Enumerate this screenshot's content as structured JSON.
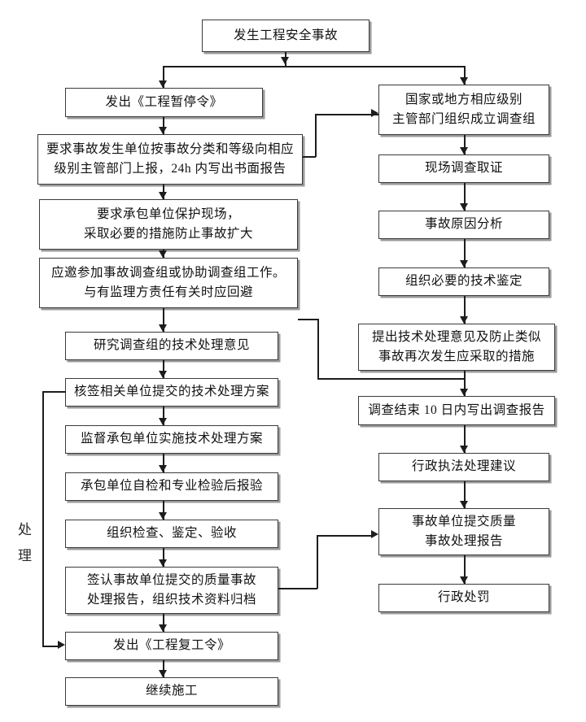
{
  "diagram": {
    "title": "发生工程安全事故",
    "side_label": {
      "chars": [
        "处",
        "理"
      ]
    },
    "colors": {
      "box_border": "#3a3a3a",
      "box_fill": "#ffffff",
      "box_shadow": "#9a9a9a",
      "connector": "#1d1d1d",
      "text": "#111111"
    },
    "nodes": {
      "start": {
        "label": "发生工程安全事故"
      },
      "left": [
        {
          "id": "l1",
          "label": "发出《工程暂停令》"
        },
        {
          "id": "l2",
          "line1": "要求事故发生单位按事故分类和等级向相应",
          "line2": "级别主管部门上报，24h 内写出书面报告"
        },
        {
          "id": "l3",
          "line1": "要求承包单位保护现场，",
          "line2": "采取必要的措施防止事故扩大"
        },
        {
          "id": "l4",
          "line1": "应邀参加事故调查组或协助调查组工作。",
          "line2": "与有监理方责任有关时应回避"
        },
        {
          "id": "l5",
          "label": "研究调查组的技术处理意见"
        },
        {
          "id": "l6",
          "label": "核签相关单位提交的技术处理方案"
        },
        {
          "id": "l7",
          "label": "监督承包单位实施技术处理方案"
        },
        {
          "id": "l8",
          "label": "承包单位自检和专业检验后报验"
        },
        {
          "id": "l9",
          "label": "组织检查、鉴定、验收"
        },
        {
          "id": "l10",
          "line1": "签认事故单位提交的质量事故",
          "line2": "处理报告，组织技术资料归档"
        },
        {
          "id": "l11",
          "label": "发出《工程复工令》"
        },
        {
          "id": "l12",
          "label": "继续施工"
        }
      ],
      "right": [
        {
          "id": "r1",
          "line1": "国家或地方相应级别",
          "line2": "主管部门组织成立调查组"
        },
        {
          "id": "r2",
          "label": "现场调查取证"
        },
        {
          "id": "r3",
          "label": "事故原因分析"
        },
        {
          "id": "r4",
          "label": "组织必要的技术鉴定"
        },
        {
          "id": "r5",
          "line1": "提出技术处理意见及防止类似",
          "line2": "事故再次发生应采取的措施"
        },
        {
          "id": "r6",
          "label": "调查结束 10 日内写出调查报告"
        },
        {
          "id": "r7",
          "label": "行政执法处理建议"
        },
        {
          "id": "r8",
          "line1": "事故单位提交质量",
          "line2": "事故处理报告"
        },
        {
          "id": "r9",
          "label": "行政处罚"
        }
      ]
    }
  }
}
